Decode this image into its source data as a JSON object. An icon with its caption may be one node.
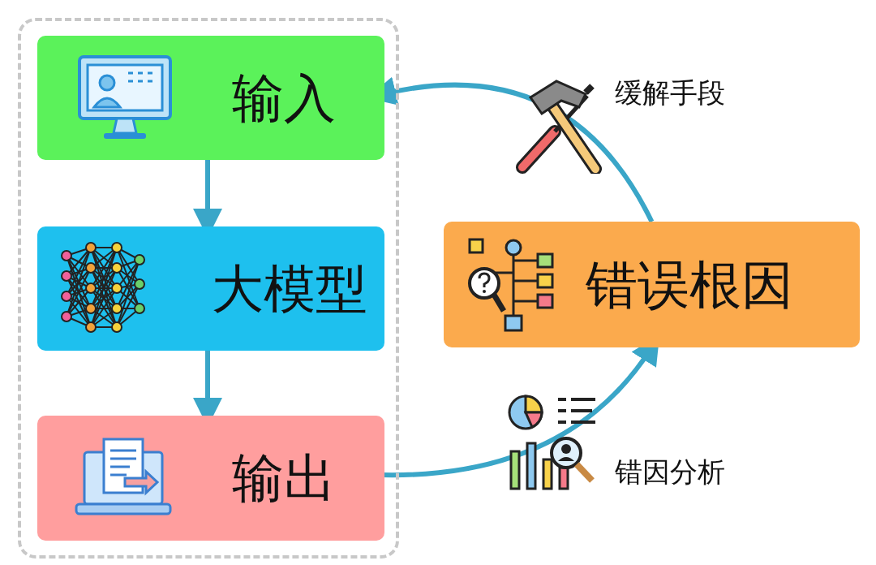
{
  "diagram": {
    "nodes": [
      {
        "text": [],
        "shape": "box"
      },
      {
        "text": [
          "输入"
        ],
        "in": 0
      },
      {
        "text": [
          "大模型"
        ],
        "in": 0
      },
      {
        "text": [
          "输出"
        ],
        "in": 0
      },
      {
        "text": [
          "错误根因"
        ]
      }
    ],
    "edges": [
      {
        "from": 1,
        "to": 2,
        "arrow": "to"
      },
      {
        "from": 2,
        "to": 3,
        "arrow": "to"
      },
      {
        "from": 3,
        "to": 4,
        "arrow": "to",
        "label": "错因分析"
      },
      {
        "from": 4,
        "to": 1,
        "arrow": "to",
        "label": "缓解手段"
      }
    ]
  }
}
